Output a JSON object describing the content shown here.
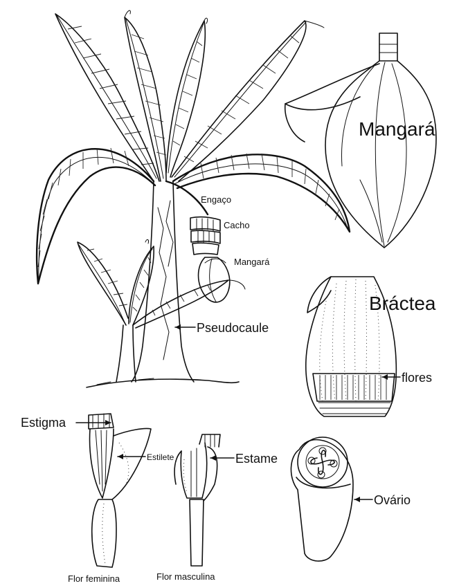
{
  "labels": {
    "mangara_large": "Mangará",
    "engaco": "Engaço",
    "cacho": "Cacho",
    "mangara_small": "Mangará",
    "bractea": "Bráctea",
    "pseudocaule": "Pseudocaule",
    "flores": "flores",
    "estigma": "Estigma",
    "estilete": "Estilete",
    "estame": "Estame",
    "ovario": "Ovário",
    "flor_feminina": "Flor feminina",
    "flor_masculina": "Flor masculina"
  }
}
